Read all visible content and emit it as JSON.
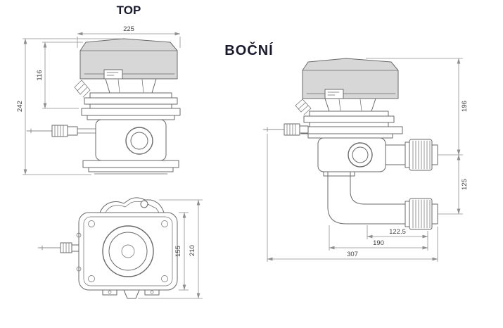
{
  "palette": {
    "line_color": "#6a6a6a",
    "dimension_color": "#8f8f8f",
    "label_text_color": "#3f3f3f",
    "title_text_color": "#1a1a2e",
    "actuator_fill": "#d7d7d7",
    "background": "#ffffff"
  },
  "drawing": {
    "views": {
      "front": {
        "title": "TOP",
        "dimensions": {
          "width": "225",
          "upper_height": "116",
          "total_height": "242"
        }
      },
      "side": {
        "title": "BOČNÍ",
        "dimensions": {
          "height_to_port": "196",
          "port_spacing": "125",
          "outlet_offset": "122.5",
          "outlet_length": "190",
          "total_width": "307"
        }
      },
      "plan": {
        "dimensions": {
          "body_depth": "155",
          "total_depth": "210"
        }
      }
    }
  }
}
